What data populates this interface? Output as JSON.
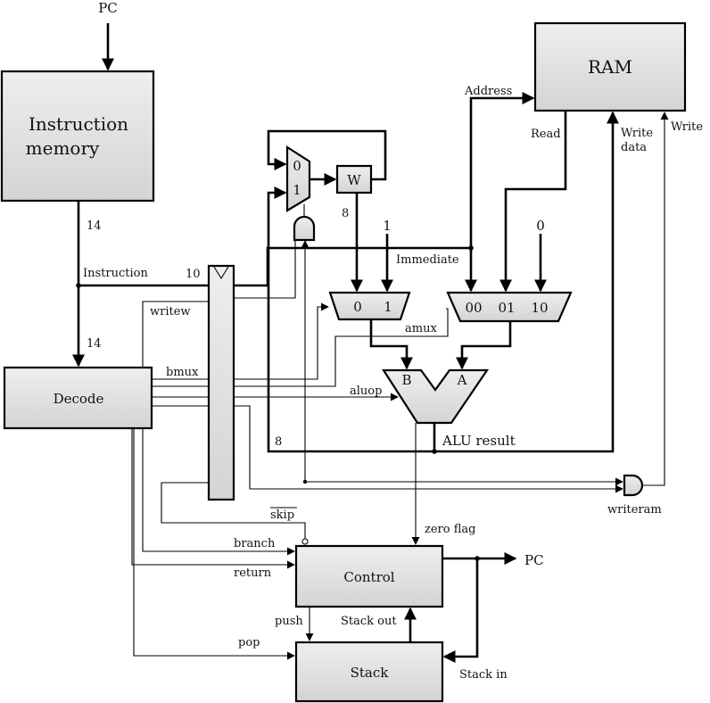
{
  "blocks": {
    "instruction_memory": [
      "Instruction",
      "memory"
    ],
    "decode": "Decode",
    "control": "Control",
    "stack": "Stack",
    "ram": "RAM",
    "w_register": "W"
  },
  "inputs": {
    "pc_in": "PC"
  },
  "outputs": {
    "pc_out": "PC"
  },
  "mux": {
    "w_mux_inputs": [
      "0",
      "1"
    ],
    "b_mux_inputs": [
      "0",
      "1"
    ],
    "a_mux_inputs": [
      "00",
      "01",
      "10"
    ]
  },
  "alu": {
    "input_b": "B",
    "input_a": "A",
    "result": "ALU result"
  },
  "constants": {
    "one": "1",
    "zero": "0"
  },
  "signals": {
    "instruction": "Instruction",
    "immediate": "Immediate",
    "writew": "writew",
    "bmux": "bmux",
    "aluop": "aluop",
    "amux": "amux",
    "skip": "skip",
    "branch": "branch",
    "return": "return",
    "push": "push",
    "pop": "pop",
    "zero_flag": "zero flag",
    "writeram": "writeram",
    "stack_out": "Stack out",
    "stack_in": "Stack in",
    "address": "Address",
    "read": "Read",
    "write_data": [
      "Write",
      "data"
    ],
    "write": "Write"
  },
  "bus_widths": {
    "imem_out": "14",
    "decode_in": "14",
    "immediate": "10",
    "w_out": "8",
    "alu_feedback": "8"
  }
}
